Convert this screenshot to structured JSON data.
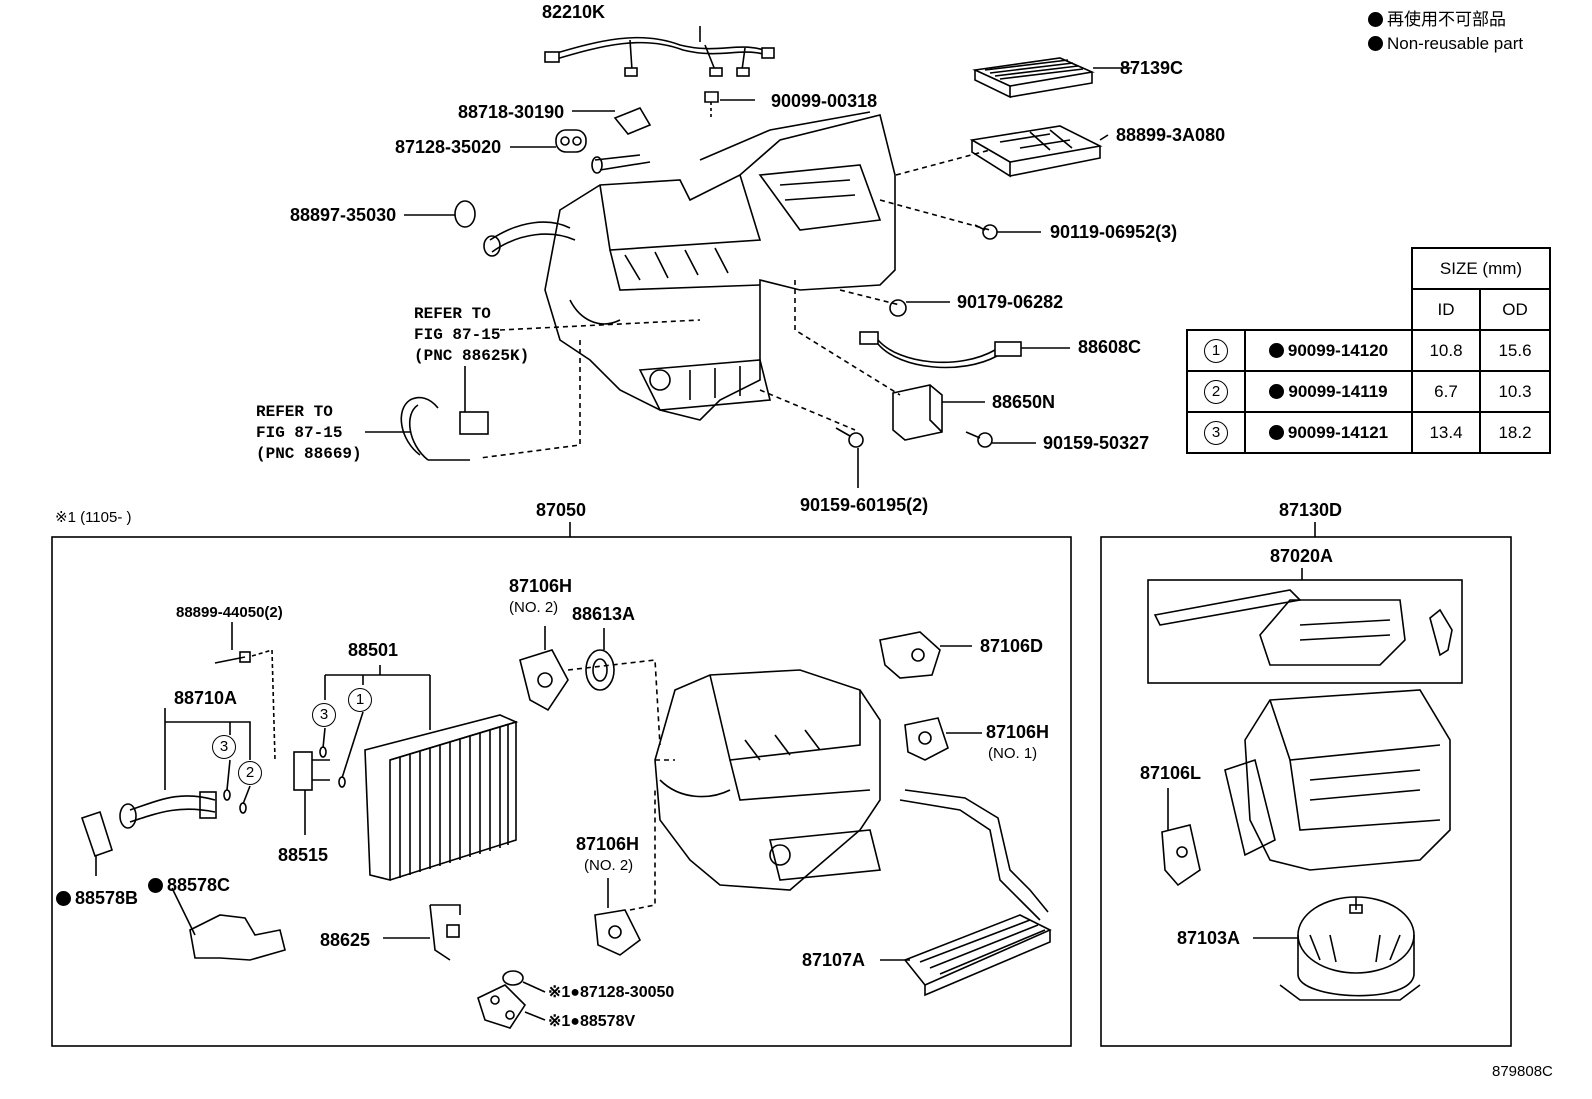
{
  "legend": {
    "jp": "再使用不可部品",
    "en": "Non-reusable part"
  },
  "figure_code": "879808C",
  "top_labels": {
    "p82210K": "82210K",
    "p87139C": "87139C",
    "p88718": "88718-30190",
    "p90099_00318": "90099-00318",
    "p87128_35020": "87128-35020",
    "p88899_3A080": "88899-3A080",
    "p88897": "88897-35030",
    "p90119": "90119-06952(3)",
    "p90179": "90179-06282",
    "p88608C": "88608C",
    "p88650N": "88650N",
    "p90159_50327": "90159-50327",
    "p90159_60195": "90159-60195(2)"
  },
  "refer1": "REFER TO\nFIG 87-15\n(PNC 88625K)",
  "refer2": "REFER TO\nFIG 87-15\n(PNC 88669)",
  "size_table": {
    "header": "SIZE (mm)",
    "col_id": "ID",
    "col_od": "OD",
    "rows": [
      {
        "n": "1",
        "part": "90099-14120",
        "id": "10.8",
        "od": "15.6"
      },
      {
        "n": "2",
        "part": "90099-14119",
        "id": "6.7",
        "od": "10.3"
      },
      {
        "n": "3",
        "part": "90099-14121",
        "id": "13.4",
        "od": "18.2"
      }
    ]
  },
  "left_box": {
    "note": "※1 (1105-      )",
    "title": "87050",
    "labels": {
      "p88899_44050": "88899-44050(2)",
      "p88710A": "88710A",
      "p88501": "88501",
      "p88515": "88515",
      "p88578B": "88578B",
      "p88578C": "88578C",
      "p88625": "88625",
      "p87106H_top": "87106H",
      "no2_top": "(NO. 2)",
      "p88613A": "88613A",
      "p87106D": "87106D",
      "p87106H_right": "87106H",
      "no1": "(NO. 1)",
      "p87106H_bottom": "87106H",
      "no2_bottom": "(NO. 2)",
      "p87107A": "87107A",
      "p87128_30050": "※1●87128-30050",
      "p88578V": "※1●88578V",
      "c1": "1",
      "c2": "2",
      "c3a": "3",
      "c3b": "3"
    }
  },
  "right_box": {
    "title": "87130D",
    "labels": {
      "p87020A": "87020A",
      "p87106L": "87106L",
      "p87103A": "87103A"
    }
  }
}
